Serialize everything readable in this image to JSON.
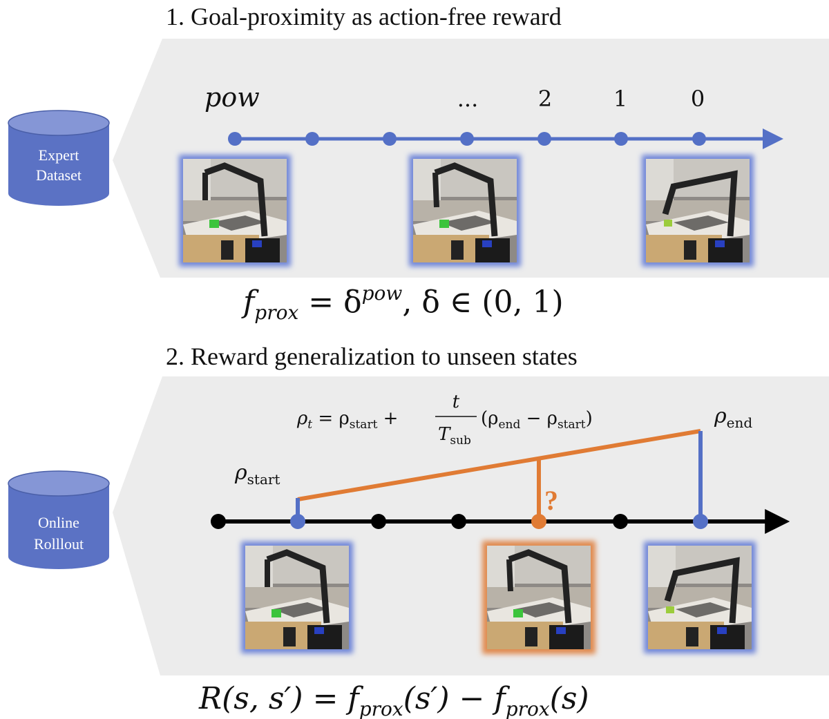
{
  "panel1": {
    "title": "1. Goal-proximity as action-free reward",
    "database_label_line1": "Expert",
    "database_label_line2": "Dataset",
    "pow_label": "pow",
    "tick_labels": [
      "...",
      "2",
      "1",
      "0"
    ],
    "formula": {
      "lhs": "f",
      "lhs_sub": "prox",
      "eq": " = δ",
      "sup": "pow",
      "rest": ", δ ∈ (0, 1)"
    },
    "images": [
      "robot-arm-frame-start",
      "robot-arm-frame-middle",
      "robot-arm-frame-goal"
    ]
  },
  "panel2": {
    "title": "2. Reward generalization to unseen states",
    "database_label_line1": "Online",
    "database_label_line2": "Rolllout",
    "rho_start": {
      "symbol": "ρ",
      "sub": "start"
    },
    "rho_end": {
      "symbol": "ρ",
      "sub": "end"
    },
    "interp_formula": {
      "lhs": "ρ",
      "lhs_sub": "t",
      "eq": " = ρ",
      "start_sub": "start",
      "plus": " +",
      "numerator": "t",
      "denominator": "T",
      "denominator_sub": "sub",
      "paren_open": "(ρ",
      "end_sub": "end",
      "minus": " − ρ",
      "start_sub2": "start",
      "paren_close": ")"
    },
    "question_mark": "?",
    "reward_formula": "R(s, s′) = f",
    "reward_sub1": "prox",
    "reward_mid": "(s′) − f",
    "reward_sub2": "prox",
    "reward_end": "(s)",
    "images": [
      "robot-arm-frame-start",
      "robot-arm-frame-unseen",
      "robot-arm-frame-goal"
    ]
  },
  "colors": {
    "blue": "#5470c6",
    "orange": "#e07b34",
    "panel_bg": "#ececec",
    "database": "#5b72c4",
    "black_axis": "#000000"
  }
}
